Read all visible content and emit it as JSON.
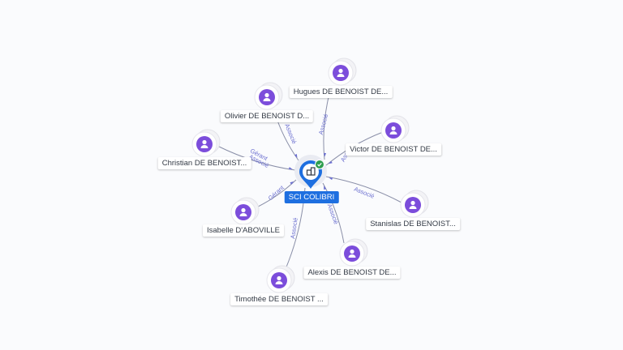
{
  "center": {
    "name": "SCI COLIBRI",
    "icon": "building-icon",
    "badge_icon": "check-icon",
    "color": "#1e6fe0",
    "badge_color": "#2e9e4f"
  },
  "people": [
    {
      "id": "hugues",
      "name": "Hugues DE BENOIST DE...",
      "role": "Associé"
    },
    {
      "id": "olivier",
      "name": "Olivier DE BENOIST D...",
      "role": "Associé"
    },
    {
      "id": "victor",
      "name": "Victor DE BENOIST DE...",
      "role": "Asso"
    },
    {
      "id": "christian",
      "name": "Christian DE BENOIST...",
      "role": "Gérant",
      "role2": "Associé"
    },
    {
      "id": "stanislas",
      "name": "Stanislas DE BENOIST...",
      "role": "Associé"
    },
    {
      "id": "isabelle",
      "name": "Isabelle D'ABOVILLE",
      "role": "Gérant"
    },
    {
      "id": "alexis",
      "name": "Alexis DE BENOIST DE...",
      "role": "Associé"
    },
    {
      "id": "timothee",
      "name": "Timothée DE BENOIST ...",
      "role": "Associé"
    }
  ],
  "colors": {
    "person": "#7c4ddb",
    "edge": "#8a8fa8",
    "edge_label": "#6b6fd0"
  }
}
